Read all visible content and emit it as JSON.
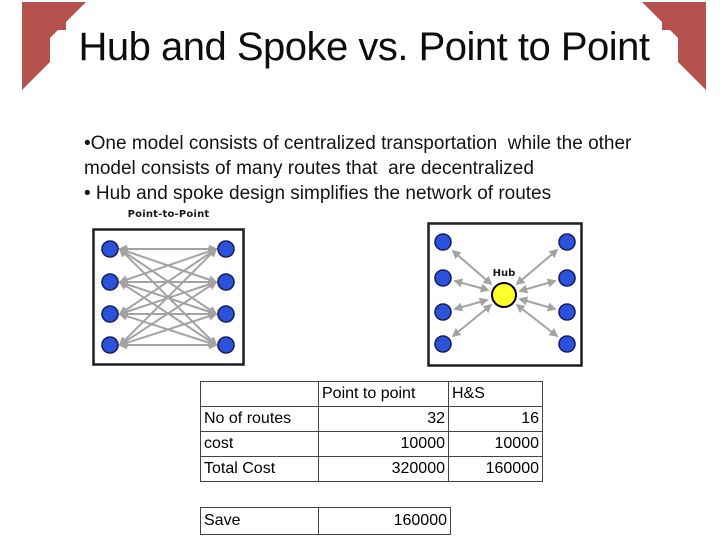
{
  "slide": {
    "title": "Hub and Spoke vs. Point to Point",
    "bullet_lines": [
      "•One model consists of centralized transportation  while the other",
      "model consists of many routes that  are decentralized",
      "• Hub and spoke design simplifies the network of routes"
    ]
  },
  "diagrams": {
    "point_to_point": {
      "label": "Point-to-Point"
    },
    "hub_and_spoke": {
      "hub_label": "Hub"
    }
  },
  "comparison_table": {
    "headers": [
      "",
      "Point to point",
      "H&S"
    ],
    "rows": [
      [
        "No of routes",
        "32",
        "16"
      ],
      [
        "cost",
        "10000",
        "10000"
      ],
      [
        "Total Cost",
        "320000",
        "160000"
      ]
    ]
  },
  "save_table": {
    "label": "Save",
    "value": "160000"
  },
  "colors": {
    "accent_red": "#b5524e",
    "node_blue": "#2b52dc",
    "node_border": "#18205e",
    "hub_yellow": "#ffff2e",
    "arrow_gray": "#a3a3a3",
    "table_border": "#444444"
  }
}
